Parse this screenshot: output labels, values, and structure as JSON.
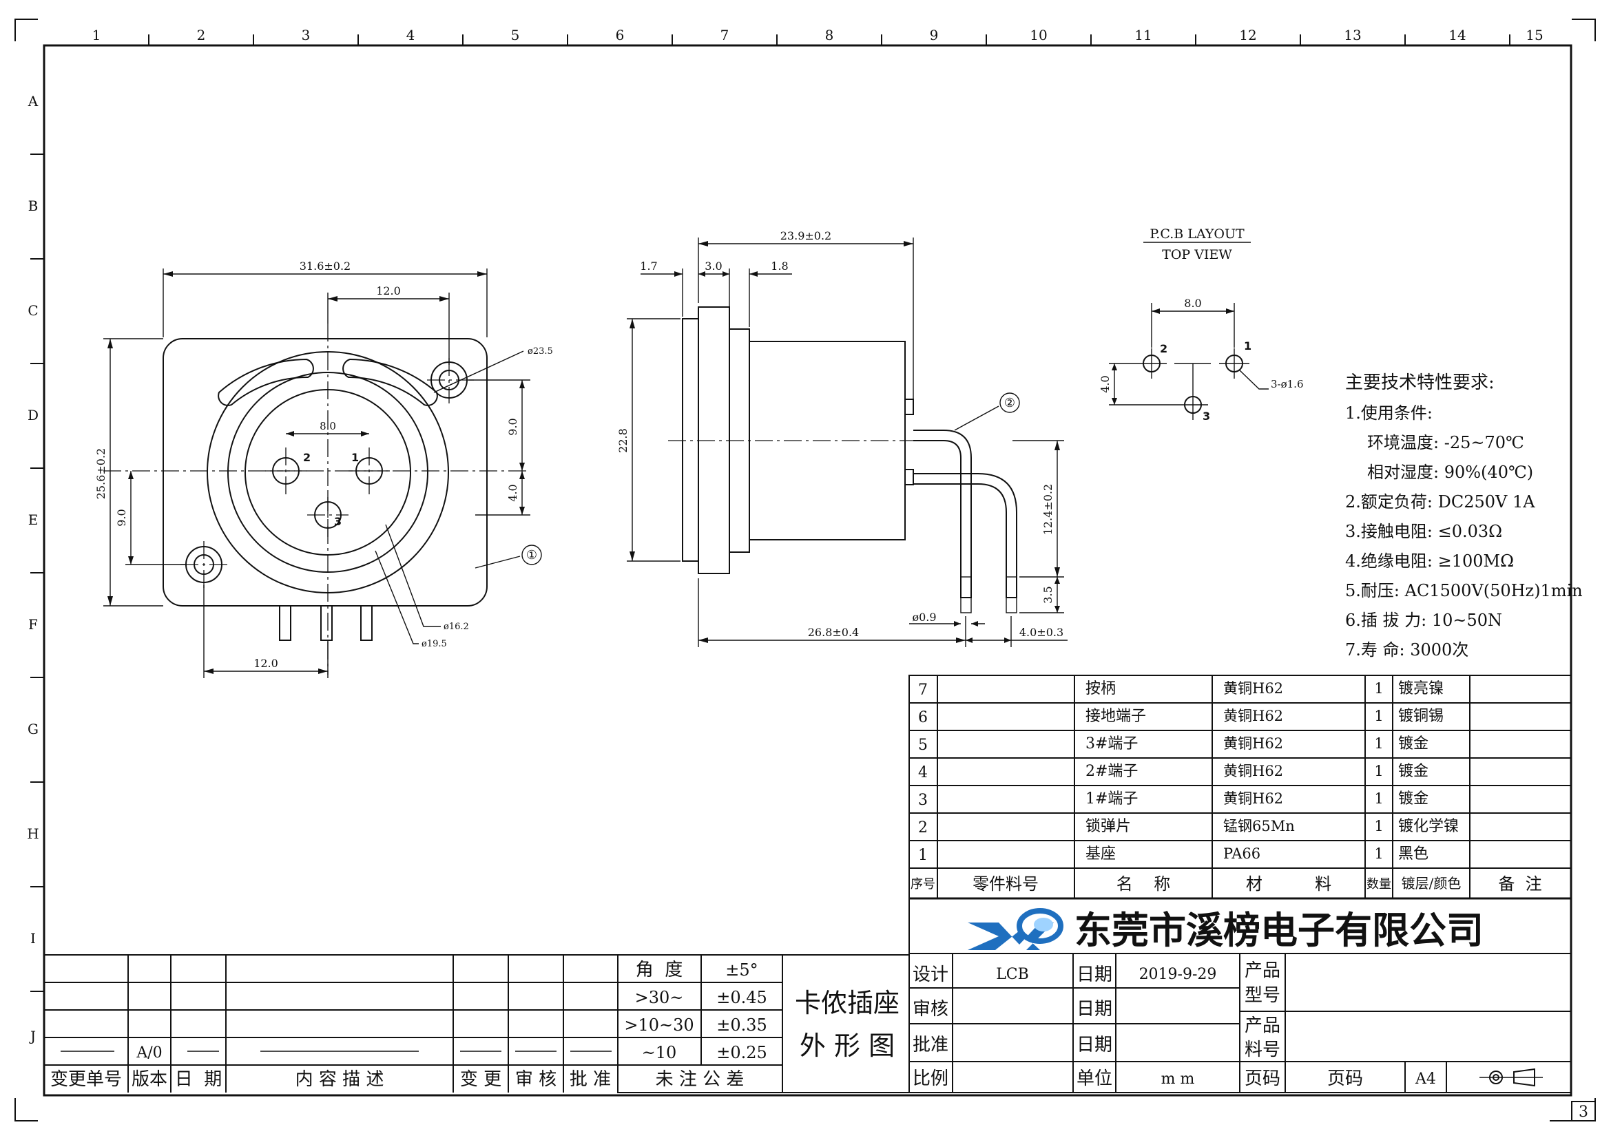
{
  "border": {
    "cols": [
      "1",
      "2",
      "3",
      "4",
      "5",
      "6",
      "7",
      "8",
      "9",
      "10",
      "11",
      "12",
      "13",
      "14",
      "15"
    ],
    "rows": [
      "A",
      "B",
      "C",
      "D",
      "E",
      "F",
      "G",
      "H",
      "I",
      "J"
    ],
    "sheet_no": "3"
  },
  "front_view": {
    "dim_width": "31.6±0.2",
    "dim_top_12": "12.0",
    "dim_bottom_12": "12.0",
    "dim_height": "25.6±0.2",
    "dim_left_9": "9.0",
    "dim_right_9": "9.0",
    "dim_right_4": "4.0",
    "dim_pins_8": "8.0",
    "dia_outer": "ø23.5",
    "dia_16": "ø16.2",
    "dia_19": "ø19.5",
    "pin1": "1",
    "pin2": "2",
    "pin3": "3",
    "callout1": "①"
  },
  "side_view": {
    "dim_overall": "23.9±0.2",
    "dim_1_7": "1.7",
    "dim_3_0": "3.0",
    "dim_1_8": "1.8",
    "dim_22_8": "22.8",
    "dim_12_4": "12.4±0.2",
    "dim_3_5": "3.5",
    "dim_26_8": "26.8±0.4",
    "dim_pin_dia": "ø0.9",
    "dim_4_0": "4.0±0.3",
    "callout2": "②"
  },
  "pcb": {
    "title": "P.C.B LAYOUT",
    "subtitle": "TOP VIEW",
    "dim_8": "8.0",
    "dim_4": "4.0",
    "holes": "3-ø1.6",
    "pin1": "1",
    "pin2": "2",
    "pin3": "3"
  },
  "specs": {
    "title": "主要技术特性要求:",
    "items": [
      "1.使用条件:",
      "环境温度: -25~70℃",
      "相对湿度: 90%(40℃)",
      "2.额定负荷: DC250V 1A",
      "3.接触电阻: ≤0.03Ω",
      "4.绝缘电阻: ≥100MΩ",
      "5.耐压: AC1500V(50Hz)1min",
      "6.插 拔 力: 10~50N",
      "7.寿   命: 3000次"
    ]
  },
  "bom": {
    "rows": [
      {
        "no": "7",
        "part": "",
        "name": "按柄",
        "material": "黄铜H62",
        "qty": "1",
        "finish": "镀亮镍",
        "note": ""
      },
      {
        "no": "6",
        "part": "",
        "name": "接地端子",
        "material": "黄铜H62",
        "qty": "1",
        "finish": "镀铜锡",
        "note": ""
      },
      {
        "no": "5",
        "part": "",
        "name": "3#端子",
        "material": "黄铜H62",
        "qty": "1",
        "finish": "镀金",
        "note": ""
      },
      {
        "no": "4",
        "part": "",
        "name": "2#端子",
        "material": "黄铜H62",
        "qty": "1",
        "finish": "镀金",
        "note": ""
      },
      {
        "no": "3",
        "part": "",
        "name": "1#端子",
        "material": "黄铜H62",
        "qty": "1",
        "finish": "镀金",
        "note": ""
      },
      {
        "no": "2",
        "part": "",
        "name": "锁弹片",
        "material": "锰钢65Mn",
        "qty": "1",
        "finish": "镀化学镍",
        "note": ""
      },
      {
        "no": "1",
        "part": "",
        "name": "基座",
        "material": "PA66",
        "qty": "1",
        "finish": "黑色",
        "note": ""
      }
    ],
    "headers": {
      "no": "序号",
      "part": "零件料号",
      "name": "名    称",
      "material": "材          料",
      "qty": "数量",
      "finish": "镀层/颜色",
      "note": "备  注"
    }
  },
  "company": {
    "name": "东莞市溪榜电子有限公司",
    "logo_letters": "XB",
    "logo_color": "#1f6fbf"
  },
  "title_block": {
    "design_label": "设计",
    "design_value": "LCB",
    "date_label": "日期",
    "date_value": "2019-9-29",
    "check_label": "审核",
    "approve_label": "批准",
    "scale_label": "比例",
    "unit_label": "单位",
    "unit_value": "m m",
    "page_label": "页码",
    "page_value": "页码",
    "size_value": "A4",
    "model_label_1": "产品",
    "model_label_2": "型号",
    "partno_label_1": "产品",
    "partno_label_2": "料号",
    "product_name_1": "卡侬插座",
    "product_name_2": "外 形 图"
  },
  "tolerance": {
    "rows": [
      {
        "range": "角  度",
        "tol": "±5°"
      },
      {
        "range": ">30~",
        "tol": "±0.45"
      },
      {
        "range": ">10~30",
        "tol": "±0.35"
      },
      {
        "range": "~10",
        "tol": "±0.25"
      }
    ],
    "footer": "未 注 公 差"
  },
  "revision": {
    "version": "A/0",
    "headers": {
      "change_no": "变更单号",
      "version": "版本",
      "date": "日  期",
      "desc": "内 容 描 述",
      "change": "变 更",
      "review": "审 核",
      "approve": "批 准"
    }
  }
}
